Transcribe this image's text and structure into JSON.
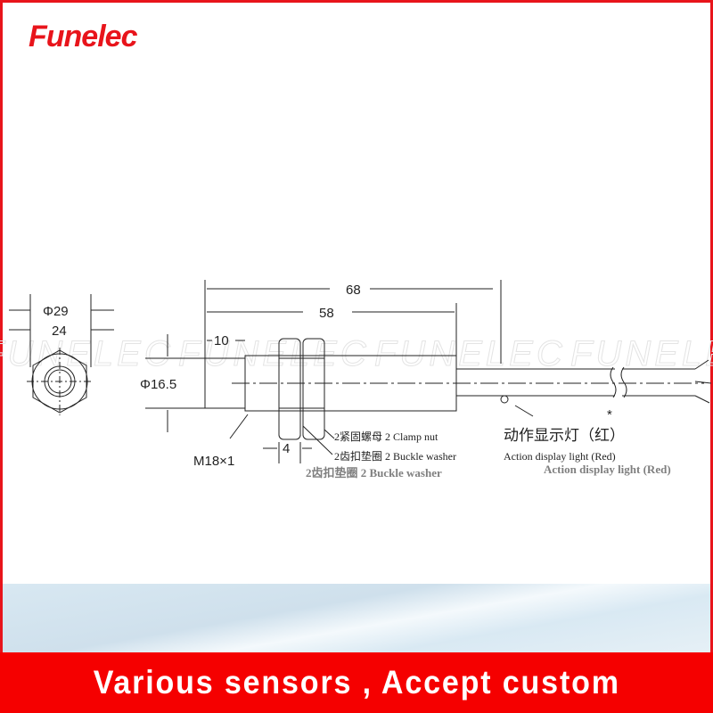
{
  "brand": {
    "logo_text": "Funelec",
    "color": "#e8141b"
  },
  "watermark": "FUNELEC",
  "drawing": {
    "dimensions": {
      "overall_length": "68",
      "body_length": "58",
      "front_length": "10",
      "body_diameter": "Φ16.5",
      "hex_across_corners": "Φ29",
      "hex_across_flats": "24",
      "thread": "M18×1",
      "nut_width": "4"
    },
    "annotations": {
      "clamp_nut": "2紧固螺母 2 Clamp nut",
      "buckle_washer": "2齿扣垫圈 2 Buckle washer",
      "indicator_cn": "动作显示灯（红）",
      "indicator_en": "Action display light (Red)",
      "asterisk": "*",
      "ghost_washer": "2齿扣垫圈 2 Buckle washer",
      "ghost_indicator": "Action display light (Red)"
    }
  },
  "banner": {
    "text": "Various sensors , Accept custom",
    "color": "#f50000"
  }
}
